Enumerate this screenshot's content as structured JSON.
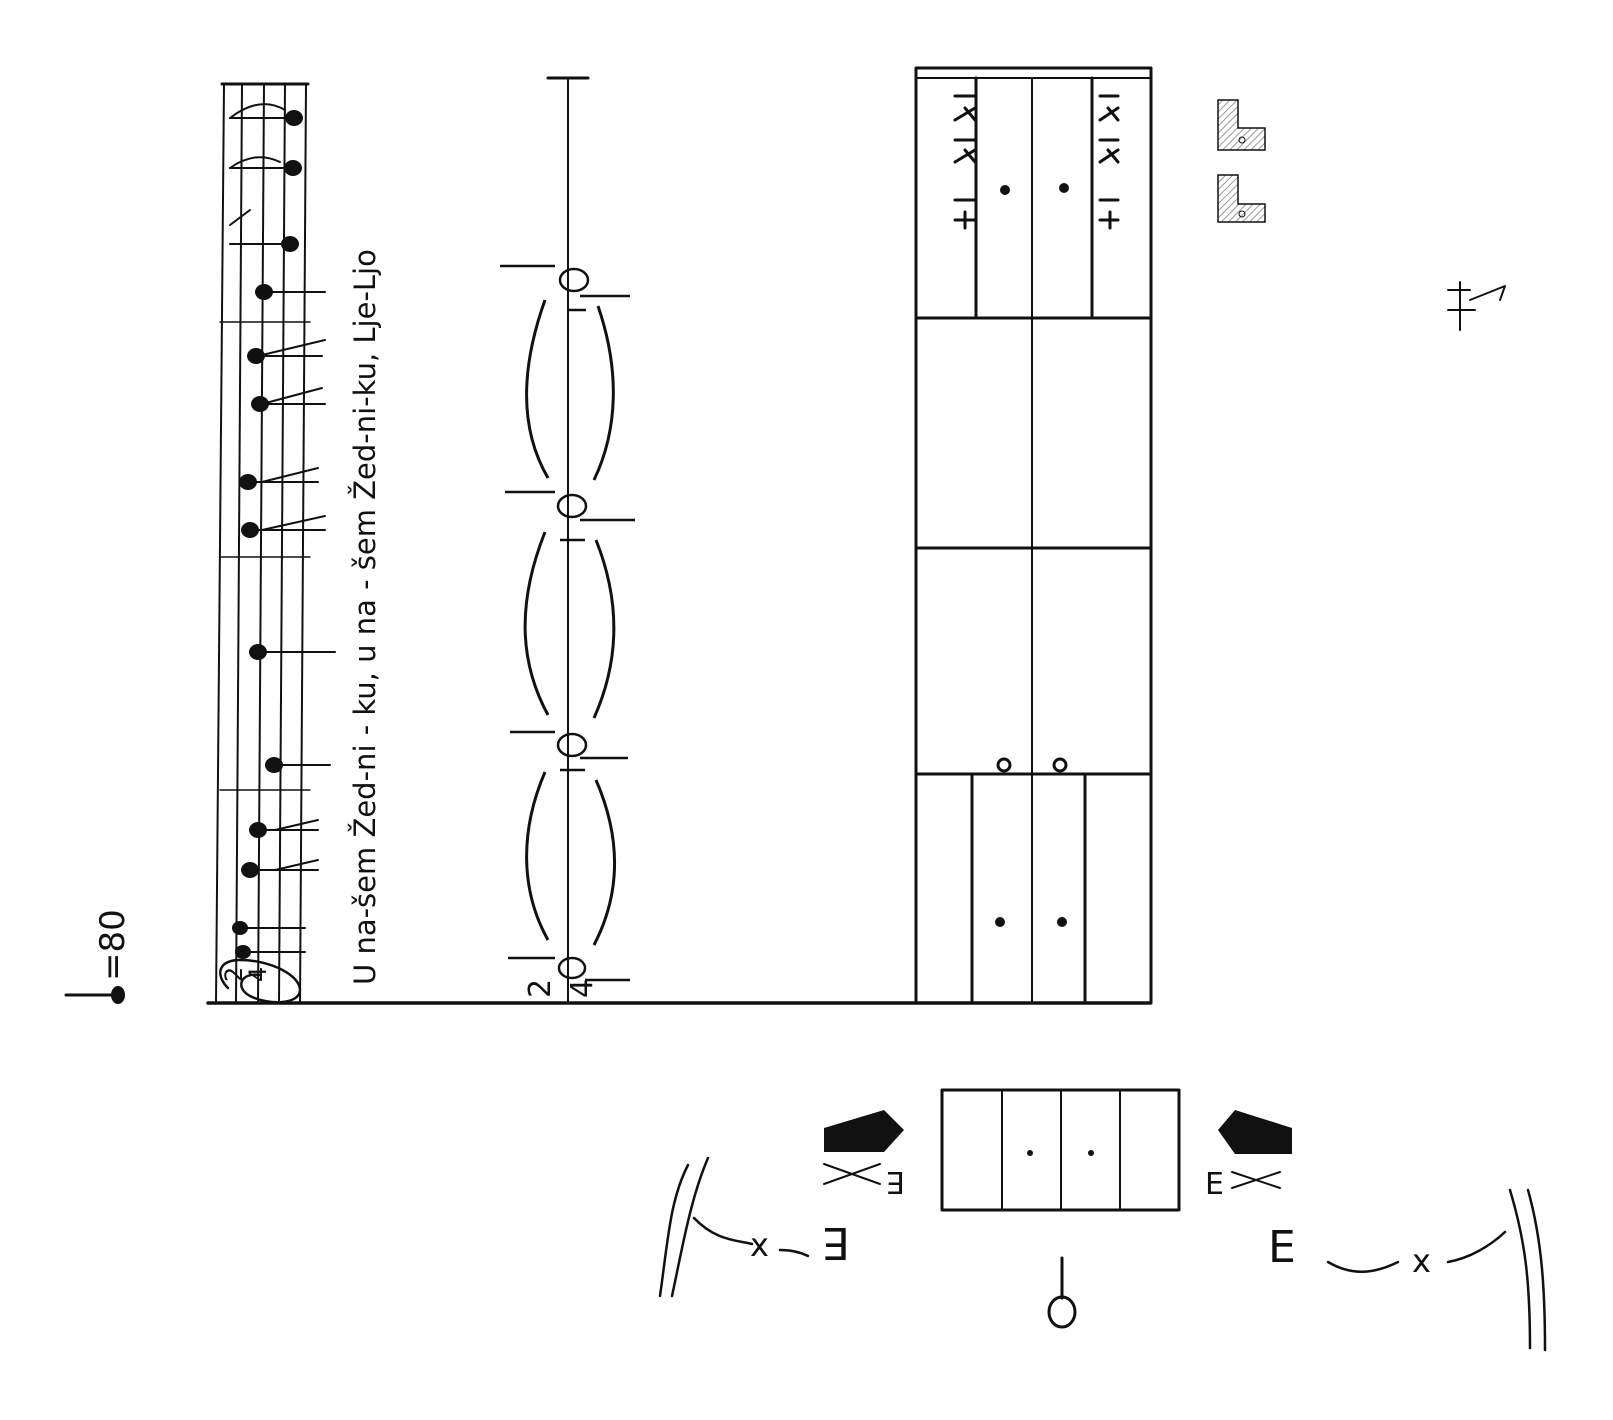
{
  "colors": {
    "ink": "#111111",
    "paper": "#ffffff",
    "hatch": "#9a9a9a"
  },
  "tempo": {
    "value_text": "=80",
    "note_symbol": "quarter-note-icon"
  },
  "melody": {
    "time_signature": {
      "top": "2",
      "bottom": "4"
    },
    "clef_symbol": "treble-clef-icon",
    "lyrics": "U na-šem Žed-ni - ku, u na - šem Žed-ni-ku, Lje-Ljo"
  },
  "rhythm_staff": {
    "time_signature": {
      "top": "2",
      "bottom": "4"
    }
  },
  "kinetogram": {
    "symbols": {
      "left_marker": "E",
      "right_marker": "E",
      "left_upper_marker": "E",
      "right_upper_marker": "E",
      "x_mark": "x",
      "start_symbol": "start-position-pin-icon",
      "pin_symbol": "direction-pin-icon",
      "area_symbols": "hatched-area-sign-icon"
    }
  }
}
